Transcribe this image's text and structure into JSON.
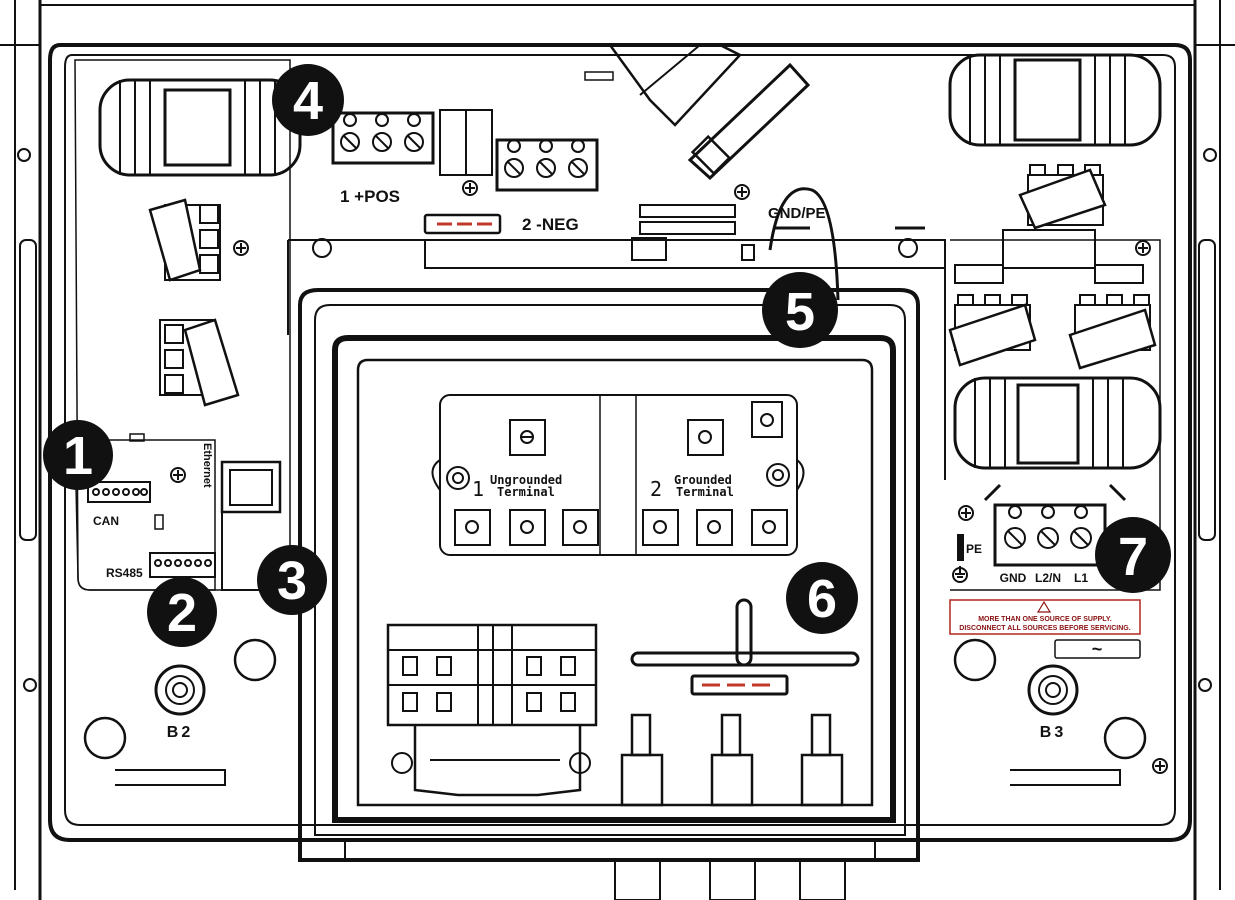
{
  "labels": {
    "pos": "1 +POS",
    "neg": "2 -NEG",
    "gndpe": "GND/PE",
    "ethernet": "Ethernet",
    "can": "CAN",
    "rs485": "RS485",
    "b2": "B2",
    "b3": "B3",
    "pe": "PE",
    "gnd": "GND",
    "l2n": "L2/N",
    "l1": "L1",
    "ungrounded_num": "1",
    "ungrounded_line1": "Ungrounded",
    "ungrounded_line2": "Terminal",
    "grounded_num": "2",
    "grounded_line1": "Grounded",
    "grounded_line2": "Terminal",
    "ac_symbol": "~"
  },
  "warning": {
    "line1": "MORE THAN ONE SOURCE OF SUPPLY.",
    "line2": "DISCONNECT ALL SOURCES BEFORE SERVICING."
  },
  "callouts": [
    "1",
    "2",
    "3",
    "4",
    "5",
    "6",
    "7"
  ],
  "colors": {
    "line": "#111111",
    "callout_fill": "#111111",
    "warning_border": "#b3261e",
    "fuse_accent": "#c0392b",
    "background": "#ffffff"
  }
}
